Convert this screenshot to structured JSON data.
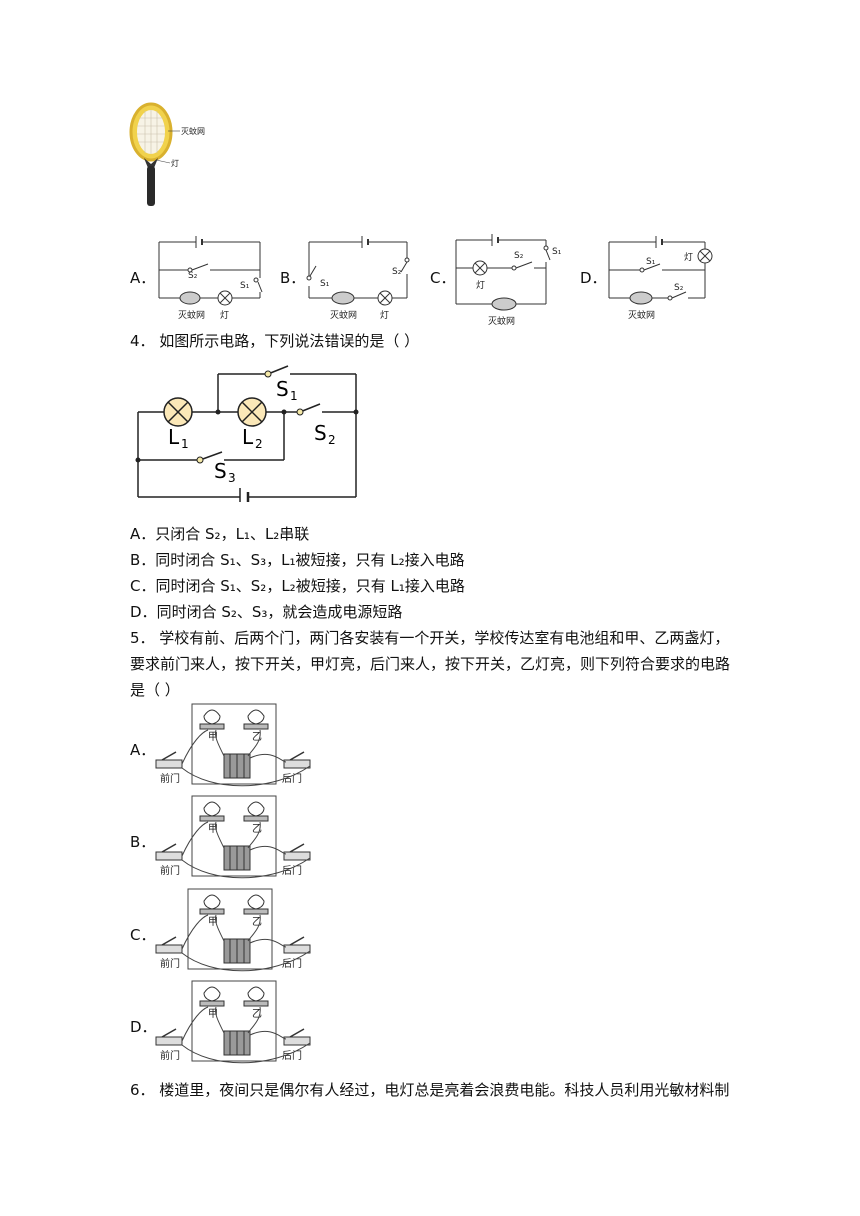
{
  "racket": {
    "net_label": "灭蚊网",
    "lamp_label": "灯"
  },
  "q3_options": [
    {
      "letter": "A．",
      "s1": "S₁",
      "s2": "S₂",
      "net": "灭蚊网",
      "lamp": "灯"
    },
    {
      "letter": "B．",
      "s1": "S₁",
      "s2": "S₂",
      "net": "灭蚊网",
      "lamp": "灯"
    },
    {
      "letter": "C．",
      "s1": "S₁",
      "s2": "S₂",
      "net": "灭蚊网",
      "lamp": "灯"
    },
    {
      "letter": "D．",
      "s1": "S₁",
      "s2": "S₂",
      "net": "灭蚊网",
      "lamp": "灯"
    }
  ],
  "q4": {
    "stem": "4．  如图所示电路，下列说法错误的是（        ）",
    "circuit": {
      "L1": "L",
      "L1_sub": "1",
      "L2": "L",
      "L2_sub": "2",
      "S1": "S",
      "S1_sub": "1",
      "S2": "S",
      "S2_sub": "2",
      "S3": "S",
      "S3_sub": "3"
    },
    "options": [
      {
        "letter": "A．",
        "text": "只闭合 S₂，L₁、L₂串联"
      },
      {
        "letter": "B．",
        "text": "同时闭合 S₁、S₃，L₁被短接，只有 L₂接入电路"
      },
      {
        "letter": "C．",
        "text": "同时闭合 S₁、S₂，L₂被短接，只有 L₁接入电路"
      },
      {
        "letter": "D．",
        "text": "同时闭合 S₂、S₃，就会造成电源短路"
      }
    ]
  },
  "q5": {
    "stem_line1": "5．  学校有前、后两个门，两门各安装有一个开关，学校传达室有电池组和甲、乙两盏灯，",
    "stem_line2": "要求前门来人，按下开关，甲灯亮，后门来人，按下开关，乙灯亮，则下列符合要求的电路",
    "stem_line3": "是（        ）",
    "options": [
      {
        "letter": "A．",
        "jia": "甲",
        "yi": "乙",
        "front": "前门",
        "back": "后门"
      },
      {
        "letter": "B．",
        "jia": "甲",
        "yi": "乙",
        "front": "前门",
        "back": "后门"
      },
      {
        "letter": "C．",
        "jia": "甲",
        "yi": "乙",
        "front": "前门",
        "back": "后门"
      },
      {
        "letter": "D．",
        "jia": "甲",
        "yi": "乙",
        "front": "前门",
        "back": "后门"
      }
    ]
  },
  "q6": {
    "stem_line1": "6．  楼道里，夜间只是偶尔有人经过，电灯总是亮着会浪费电能。科技人员利用光敏材料制"
  }
}
